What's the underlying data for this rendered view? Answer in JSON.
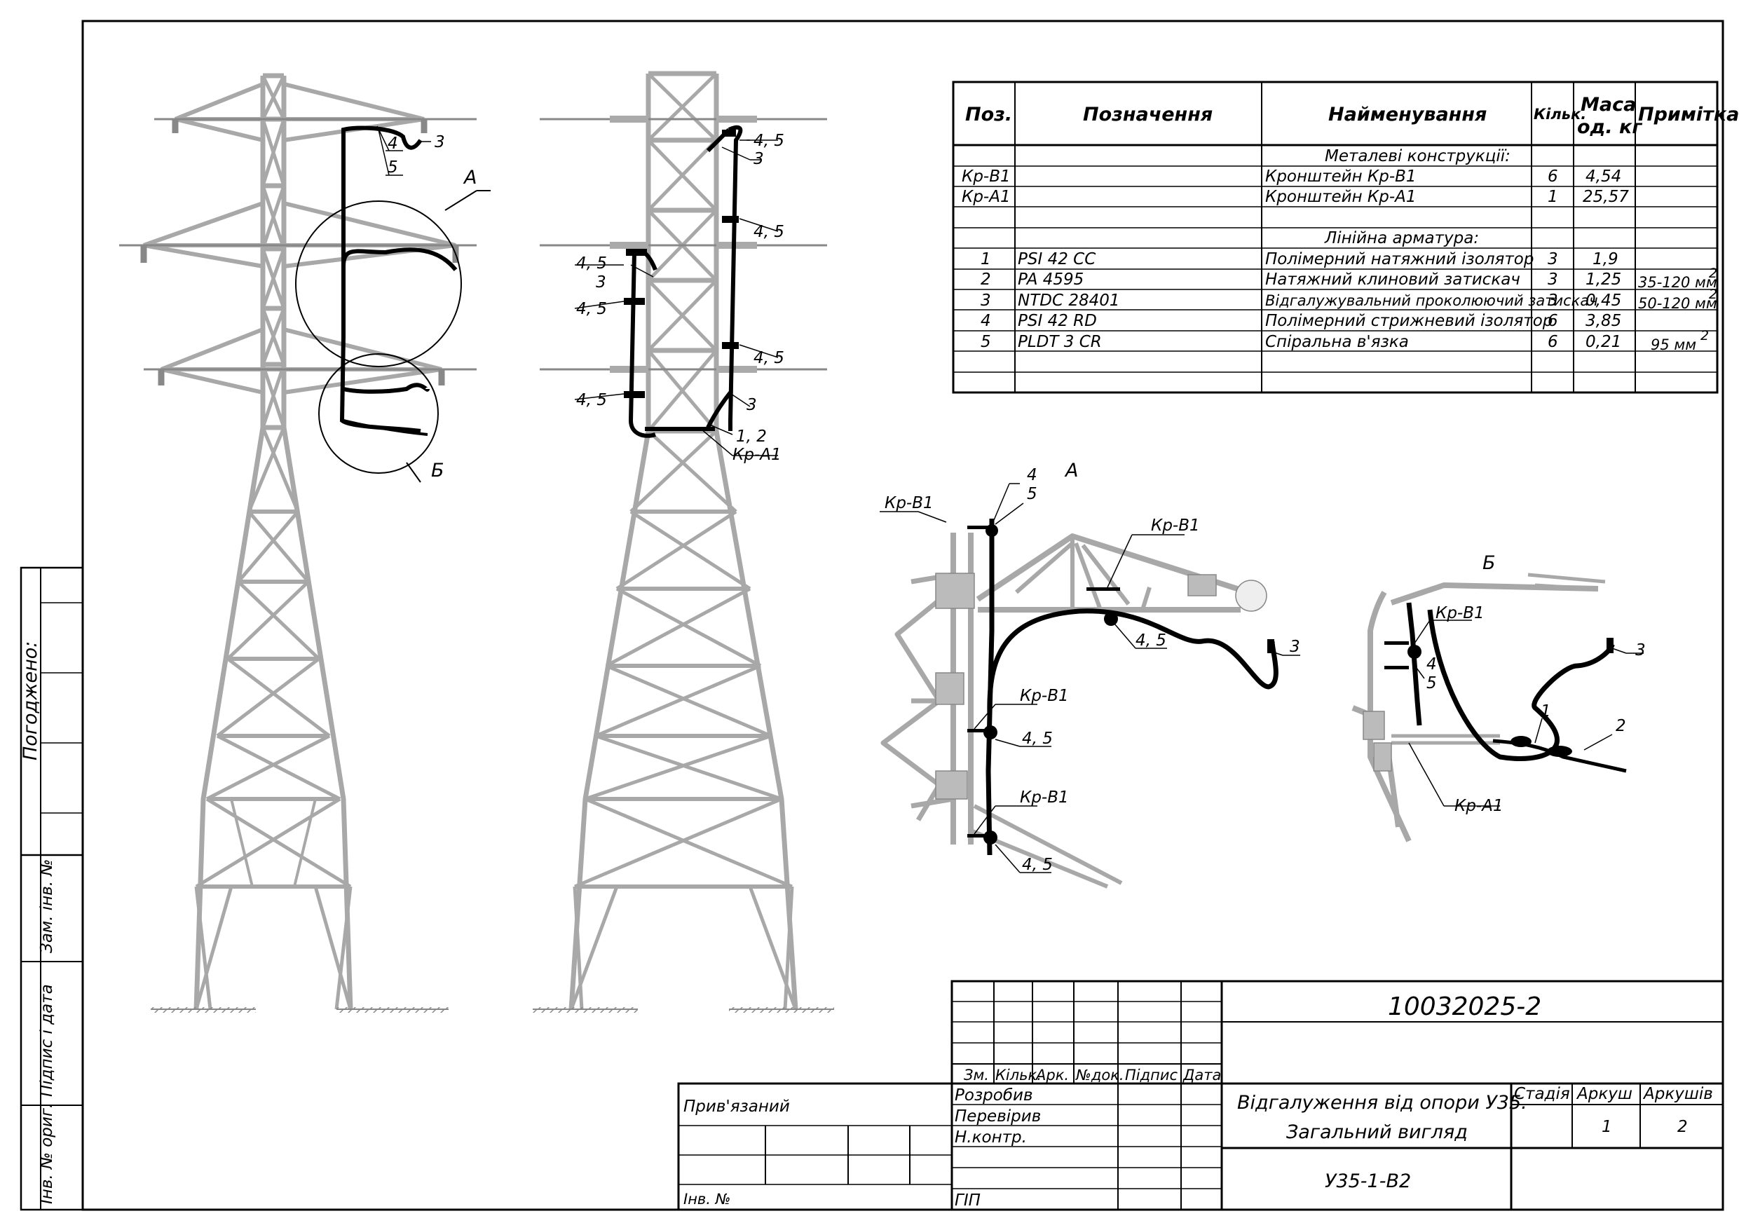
{
  "spec": {
    "headers": {
      "pos": "Поз.",
      "designation": "Позначення",
      "name": "Найменування",
      "qty": "Кільк.",
      "mass_top": "Маса",
      "mass_bottom": "од. кг",
      "note": "Примітка"
    },
    "sections": [
      {
        "title": "Металеві конструкції:",
        "rows": [
          {
            "pos": "Кр-В1",
            "designation": "",
            "name": "Кронштейн Кр-В1",
            "qty": "6",
            "mass": "4,54",
            "note": ""
          },
          {
            "pos": "Кр-А1",
            "designation": "",
            "name": "Кронштейн Кр-А1",
            "qty": "1",
            "mass": "25,57",
            "note": ""
          }
        ]
      },
      {
        "title": "Лінійна арматура:",
        "rows": [
          {
            "pos": "1",
            "designation": "PSI 42 CC",
            "name": "Полімерний натяжний ізолятор",
            "qty": "3",
            "mass": "1,9",
            "note": ""
          },
          {
            "pos": "2",
            "designation": "PA 4595",
            "name": "Натяжний клиновий затискач",
            "qty": "3",
            "mass": "1,25",
            "note": "35-120 мм"
          },
          {
            "pos": "3",
            "designation": "NTDC 28401",
            "name": "Відгалужувальний проколюючий затискач",
            "qty": "3",
            "mass": "0,45",
            "note": "50-120 мм"
          },
          {
            "pos": "4",
            "designation": "PSI 42 RD",
            "name": "Полімерний стрижневий ізолятор",
            "qty": "6",
            "mass": "3,85",
            "note": ""
          },
          {
            "pos": "5",
            "designation": "PLDT 3 CR",
            "name": "Спіральна в'язка",
            "qty": "6",
            "mass": "0,21",
            "note": "95 мм"
          }
        ]
      }
    ],
    "superscript": "2"
  },
  "callouts": {
    "c3": "3",
    "c4": "4",
    "c5": "5",
    "c45": "4, 5",
    "c12": "1, 2",
    "c1": "1",
    "c2": "2",
    "krb1": "Кр-В1",
    "kra1": "Кр-А1",
    "view_a": "А",
    "view_b": "Б"
  },
  "side_stamp": {
    "agreed": "Погоджено:",
    "replaced_inv": "Зам. інв. №",
    "sign_date": "Підпис і дата",
    "orig_inv": "Інв. № ориг."
  },
  "title_block": {
    "doc_code": "10032025-2",
    "col_headers": [
      "Зм.",
      "Кільк.",
      "Арк.",
      "№док.",
      "Підпис",
      "Дата"
    ],
    "roles": [
      "Розробив",
      "Перевірив",
      "Н.контр."
    ],
    "gip": "ГІП",
    "bound": "Прив'язаний",
    "inv_no": "Інв. №",
    "title_line1": "Відгалуження від опори У35.",
    "title_line2": "Загальний вигляд",
    "stage_label": "Стадія",
    "sheet_label": "Аркуш",
    "sheets_label": "Аркушів",
    "sheet_value": "1",
    "sheets_value": "2",
    "drawing_code": "У35-1-В2"
  }
}
